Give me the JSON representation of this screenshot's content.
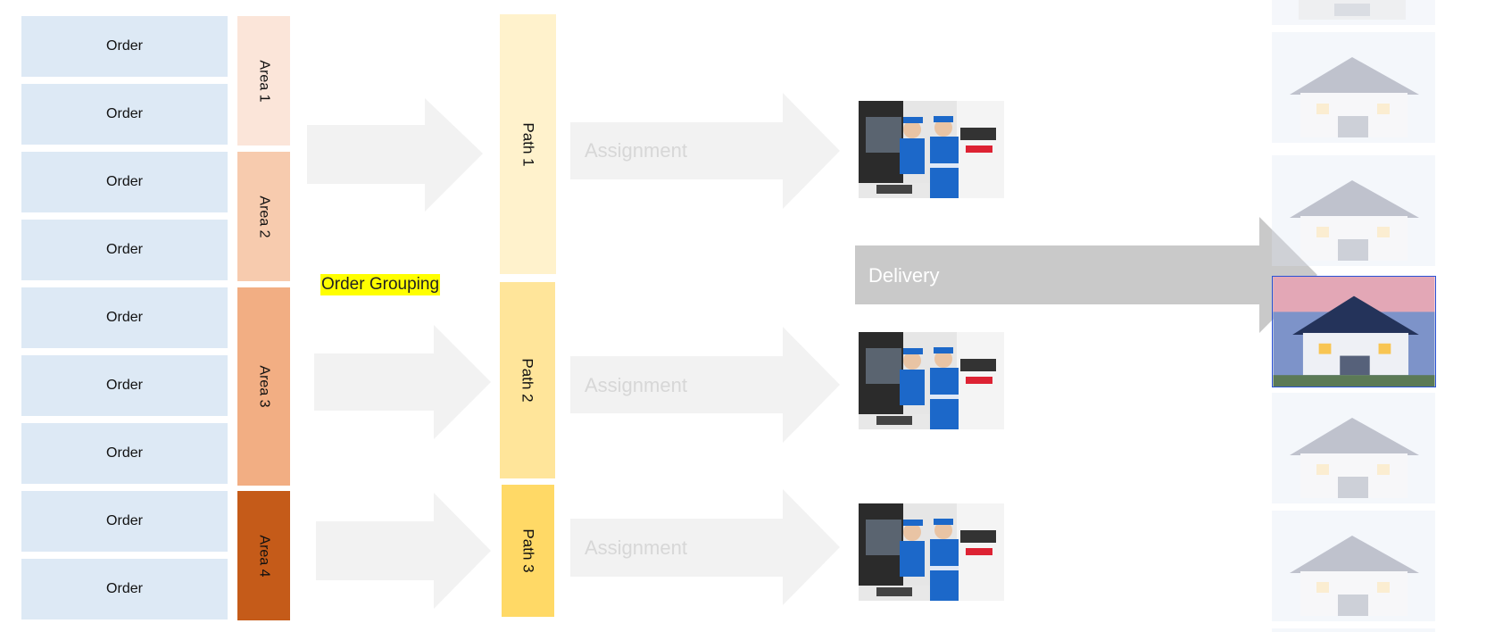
{
  "orders": [
    "Order",
    "Order",
    "Order",
    "Order",
    "Order",
    "Order",
    "Order",
    "Order",
    "Order"
  ],
  "areas": [
    {
      "label": "Area 1",
      "color": "#fbe5d9"
    },
    {
      "label": "Area 2",
      "color": "#f7cbae"
    },
    {
      "label": "Area 3",
      "color": "#f2ae83"
    },
    {
      "label": "Area 4",
      "color": "#c55b19"
    }
  ],
  "paths": [
    {
      "label": "Path 1",
      "color": "#fff2cc"
    },
    {
      "label": "Path 2",
      "color": "#ffe59a"
    },
    {
      "label": "Path 3",
      "color": "#ffd966"
    }
  ],
  "grouping_label": "Order Grouping",
  "assignments": [
    "Assignment",
    "Assignment",
    "Assignment"
  ],
  "delivery_label": "Delivery",
  "colors": {
    "order_fill": "#dde9f5",
    "ghost_arrow": "#f2f2f2",
    "delivery_arrow": "#c9c9c9",
    "highlight": "#ffff00",
    "selected_border": "#2a52d6"
  }
}
